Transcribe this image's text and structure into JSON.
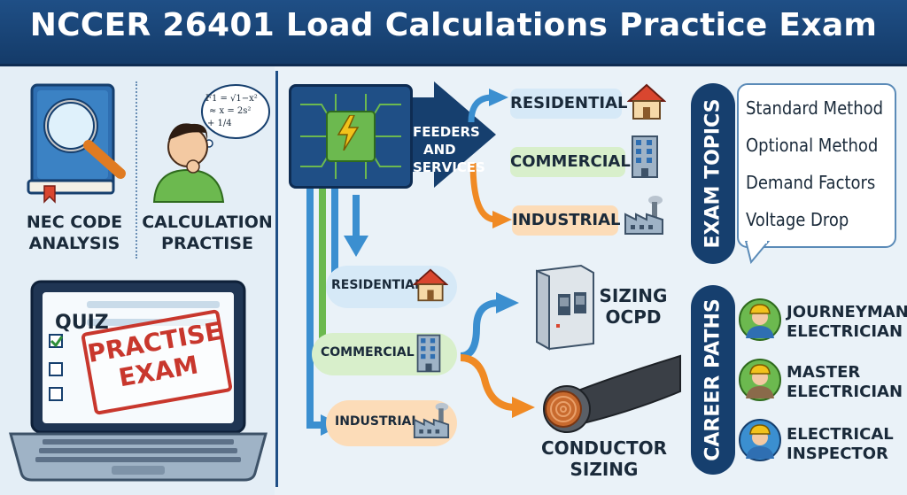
{
  "header": {
    "title": "NCCER 26401 Load Calculations Practice Exam"
  },
  "left_panel": {
    "nec_label_line1": "NEC CODE",
    "nec_label_line2": "ANALYSIS",
    "calc_label_line1": "CALCULATION",
    "calc_label_line2": "PRACTISE",
    "thought_formula_1": "F1 = √1−x²",
    "thought_formula_2": "≈ x = 2s²",
    "thought_formula_3": "+ 1/4",
    "laptop": {
      "quiz_label": "QUIZ",
      "stamp_line1": "PRACTISE",
      "stamp_line2": "EXAM"
    }
  },
  "flow": {
    "feeders_line1": "FEEDERS",
    "feeders_line2": "AND",
    "feeders_line3": "SERVICES",
    "top_branches": [
      "RESIDENTIAL",
      "COMMERCIAL",
      "INDUSTRIAL"
    ],
    "lower_branches": [
      "RESIDENTIAL",
      "COMMERCIAL",
      "INDUSTRIAL"
    ],
    "sizing_line1": "SIZING",
    "sizing_line2": "OCPD",
    "conductor_line1": "CONDUCTOR",
    "conductor_line2": "SIZING"
  },
  "exam_topics": {
    "heading": "EXAM TOPICS",
    "items": [
      "Standard Method",
      "Optional Method",
      "Demand Factors",
      "Voltage Drop"
    ]
  },
  "career_paths": {
    "heading": "CAREER PATHS",
    "items": [
      {
        "line1": "JOURNEYMAN",
        "line2": "ELECTRICIAN"
      },
      {
        "line1": "MASTER",
        "line2": "ELECTRICIAN"
      },
      {
        "line1": "ELECTRICAL",
        "line2": "INSPECTOR"
      }
    ]
  },
  "colors": {
    "navy": "#163f6e",
    "blue": "#3b8fd0",
    "green": "#6cb94f",
    "orange": "#f08a24",
    "red": "#c8372d"
  }
}
